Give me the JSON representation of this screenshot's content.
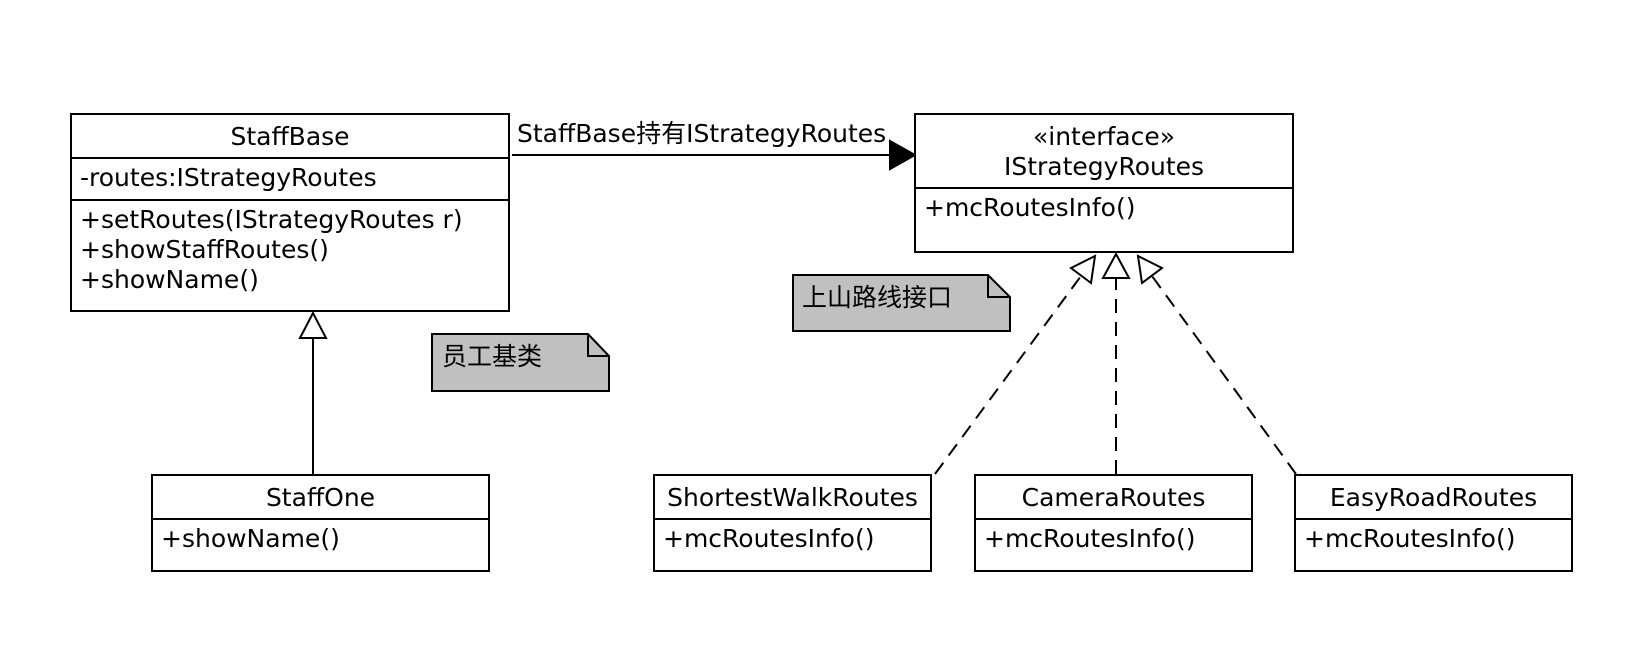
{
  "classes": {
    "staff_base": {
      "name": "StaffBase",
      "attributes": [
        "-routes:IStrategyRoutes"
      ],
      "methods": [
        "+setRoutes(IStrategyRoutes r)",
        "+showStaffRoutes()",
        "+showName()"
      ]
    },
    "staff_one": {
      "name": "StaffOne",
      "methods": [
        "+showName()"
      ]
    },
    "istrategy_routes": {
      "stereotype": "«interface»",
      "name": "IStrategyRoutes",
      "methods": [
        "+mcRoutesInfo()"
      ]
    },
    "shortest_walk_routes": {
      "name": "ShortestWalkRoutes",
      "methods": [
        "+mcRoutesInfo()"
      ]
    },
    "camera_routes": {
      "name": "CameraRoutes",
      "methods": [
        "+mcRoutesInfo()"
      ]
    },
    "easy_road_routes": {
      "name": "EasyRoadRoutes",
      "methods": [
        "+mcRoutesInfo()"
      ]
    }
  },
  "association_label": "StaffBase持有IStrategyRoutes",
  "notes": {
    "staff_base_note": "员工基类",
    "routes_interface_note": "上山路线接口"
  },
  "colors": {
    "note_fill": "#c0c0c0",
    "line": "#000000",
    "background": "#ffffff"
  }
}
